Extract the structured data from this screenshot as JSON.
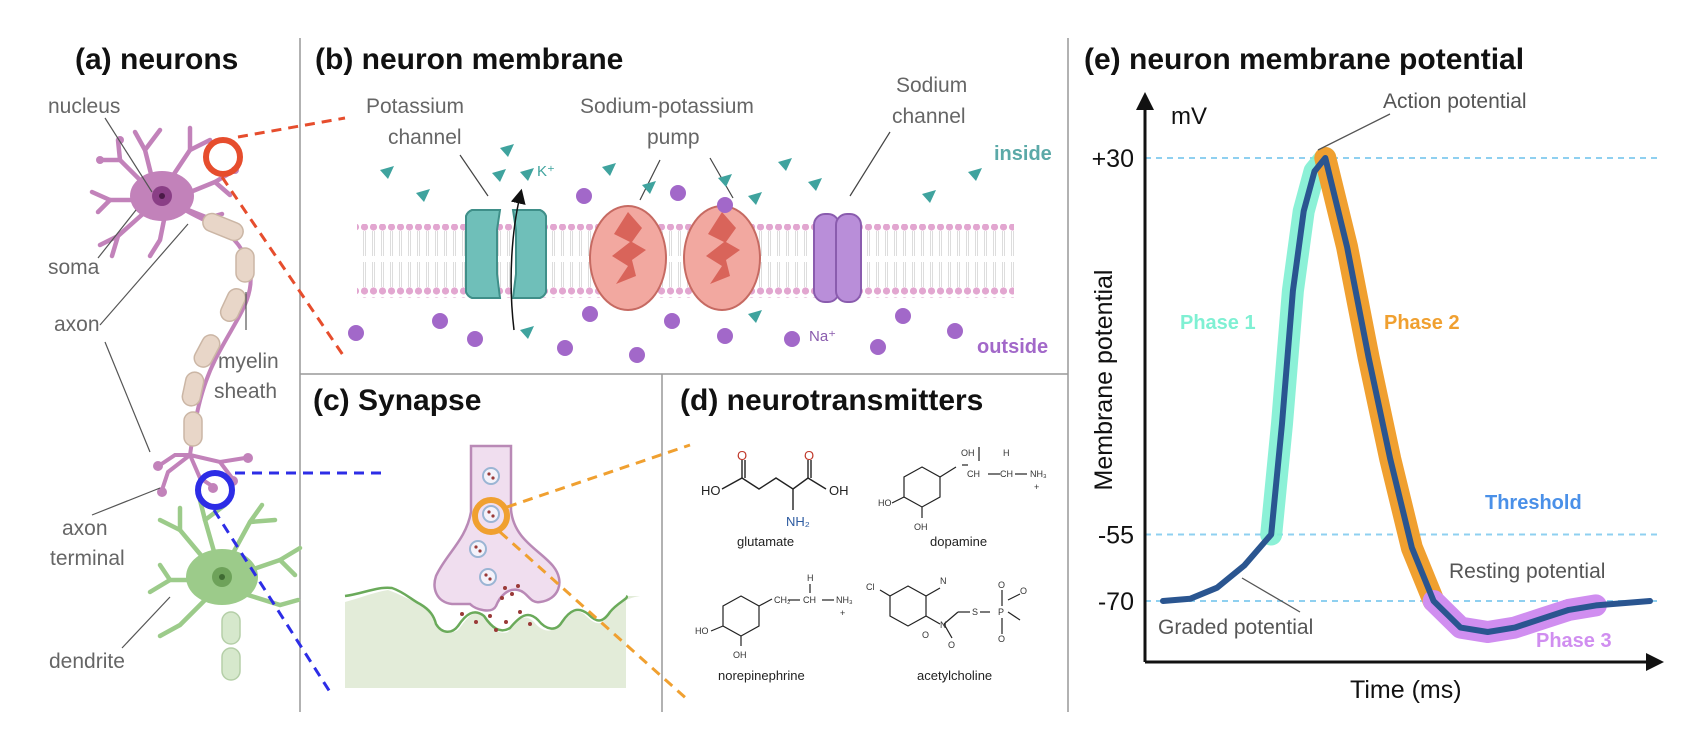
{
  "panel_a": {
    "title": "(a) neurons",
    "labels": {
      "nucleus": "nucleus",
      "soma": "soma",
      "axon": "axon",
      "myelin_1": "myelin",
      "myelin_2": "sheath",
      "terminal_1": "axon",
      "terminal_2": "terminal",
      "dendrite": "dendrite"
    }
  },
  "panel_b": {
    "title": "(b) neuron membrane",
    "labels": {
      "potassium_1": "Potassium",
      "potassium_2": "channel",
      "pump_1": "Sodium-potassium",
      "pump_2": "pump",
      "sodium_1": "Sodium",
      "sodium_2": "channel",
      "inside": "inside",
      "outside": "outside",
      "k_ion": "K⁺",
      "na_ion": "Na⁺"
    }
  },
  "panel_c": {
    "title": "(c) Synapse"
  },
  "panel_d": {
    "title": "(d) neurotransmitters",
    "molecules": [
      "glutamate",
      "dopamine",
      "norepinephrine",
      "acetylcholine"
    ],
    "atoms": {
      "O": "O",
      "HO": "HO",
      "OH": "OH",
      "NH2": "NH₂",
      "NH3": "NH₃",
      "plus": "+",
      "H": "H",
      "CH": "CH",
      "CH2": "CH₂",
      "Cl": "Cl",
      "N": "N",
      "S": "S",
      "P": "P"
    }
  },
  "panel_e": {
    "title": "(e) neuron membrane potential",
    "phases": [
      "Phase 1",
      "Phase 2",
      "Phase 3"
    ],
    "annotations": {
      "action": "Action potential",
      "threshold": "Threshold",
      "resting": "Resting potential",
      "graded": "Graded potential"
    },
    "colors": {
      "phase1": "#7ff0d3",
      "phase2": "#f0a030",
      "phase3": "#d08ef0",
      "trace": "#2a5590",
      "threshold": "#4a90e8",
      "reference": "#8fd0f0"
    }
  },
  "chart_data": {
    "type": "line",
    "title": "(e) neuron membrane potential",
    "xlabel": "Time (ms)",
    "ylabel": "Membrane potential",
    "yunit": "mV",
    "yticks": [
      -70,
      -55,
      30
    ],
    "ytick_labels": [
      "-70",
      "-55",
      "+30"
    ],
    "reference_lines": [
      -70,
      -55,
      30
    ],
    "grid": false,
    "series": [
      {
        "name": "Graded potential",
        "x": [
          0,
          0.5,
          1.0,
          1.5,
          2.0
        ],
        "y": [
          -70,
          -69.5,
          -67,
          -62,
          -55
        ]
      },
      {
        "name": "Phase 1",
        "x": [
          2.0,
          2.2,
          2.4,
          2.6,
          2.8,
          3.0
        ],
        "y": [
          -55,
          -30,
          0,
          18,
          27,
          30
        ]
      },
      {
        "name": "Phase 2",
        "x": [
          3.0,
          3.4,
          3.8,
          4.2,
          4.6,
          5.0
        ],
        "y": [
          30,
          10,
          -15,
          -38,
          -58,
          -70
        ]
      },
      {
        "name": "Phase 3",
        "x": [
          5.0,
          5.5,
          6.0,
          6.5,
          7.0,
          7.5,
          8.0,
          9.0
        ],
        "y": [
          -70,
          -76,
          -77,
          -76,
          -74,
          -72,
          -71,
          -70
        ]
      }
    ]
  }
}
